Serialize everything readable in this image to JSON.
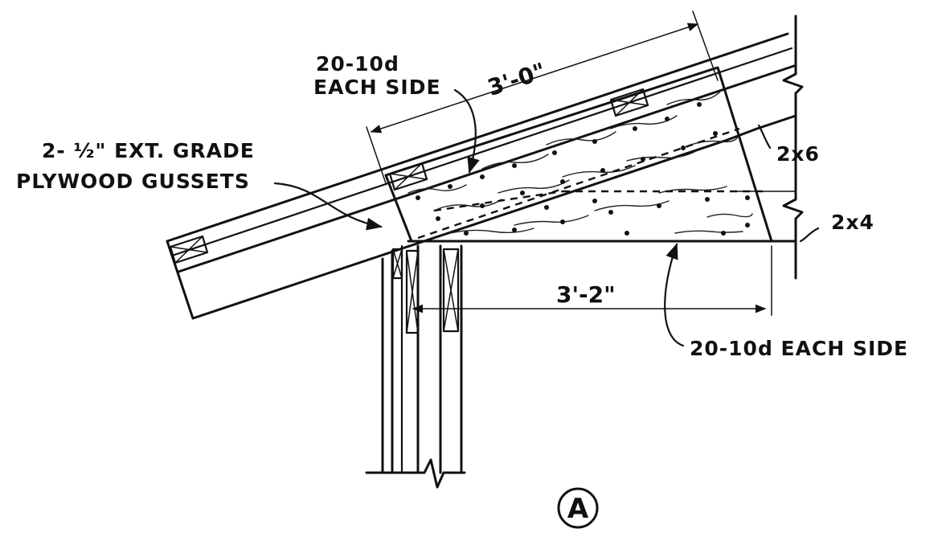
{
  "labels": {
    "nailing_top_line1": "20-10d",
    "nailing_top_line2": "EACH SIDE",
    "gusset_line1": "2- ½\" EXT. GRADE",
    "gusset_line2": "PLYWOOD GUSSETS",
    "rafter_size": "2x6",
    "ceiling_joist_size": "2x4",
    "nailing_bottom": "20-10d EACH SIDE",
    "detail_marker": "A"
  },
  "dimensions": {
    "along_rafter": "3'-0\"",
    "along_joist": "3'-2\""
  }
}
